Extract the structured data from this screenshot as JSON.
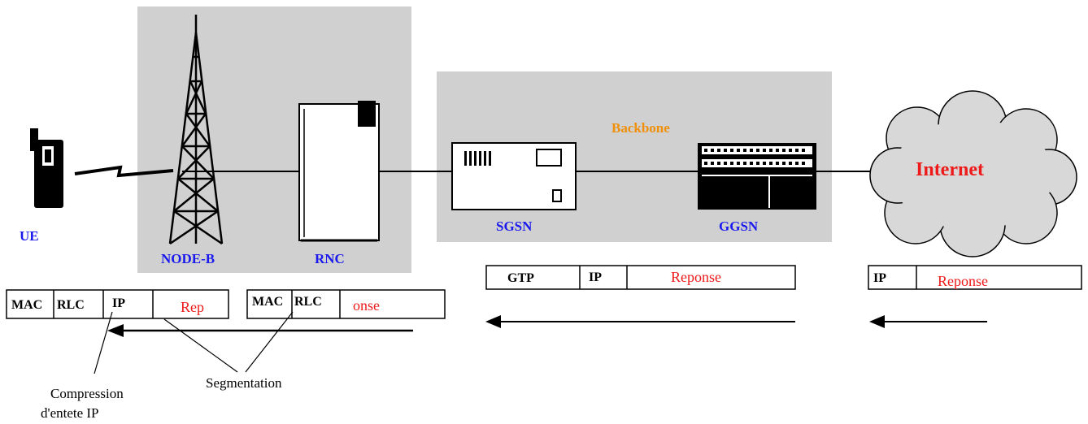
{
  "nodes": {
    "ue": "UE",
    "node_b": "NODE-B",
    "rnc": "RNC",
    "sgsn": "SGSN",
    "ggsn": "GGSN",
    "backbone": "Backbone",
    "internet": "Internet"
  },
  "radio_frames": {
    "frame1": {
      "mac": "MAC",
      "rlc": "RLC",
      "ip": "IP",
      "payload": "Rep"
    },
    "frame2": {
      "mac": "MAC",
      "rlc": "RLC",
      "payload": "onse"
    }
  },
  "core_frame": {
    "gtp": "GTP",
    "ip": "IP",
    "payload": "Reponse"
  },
  "internet_frame": {
    "ip": "IP",
    "payload": "Reponse"
  },
  "annotations": {
    "compression_line1": "Compression",
    "compression_line2": "d'entete IP",
    "segmentation": "Segmentation"
  },
  "colors": {
    "region_gray": "#d0d0d0",
    "node_label_blue": "#1a1aee",
    "backbone_orange": "#f0900a",
    "payload_red": "#ee1a1a",
    "cloud_gray": "#d8d8d8"
  }
}
